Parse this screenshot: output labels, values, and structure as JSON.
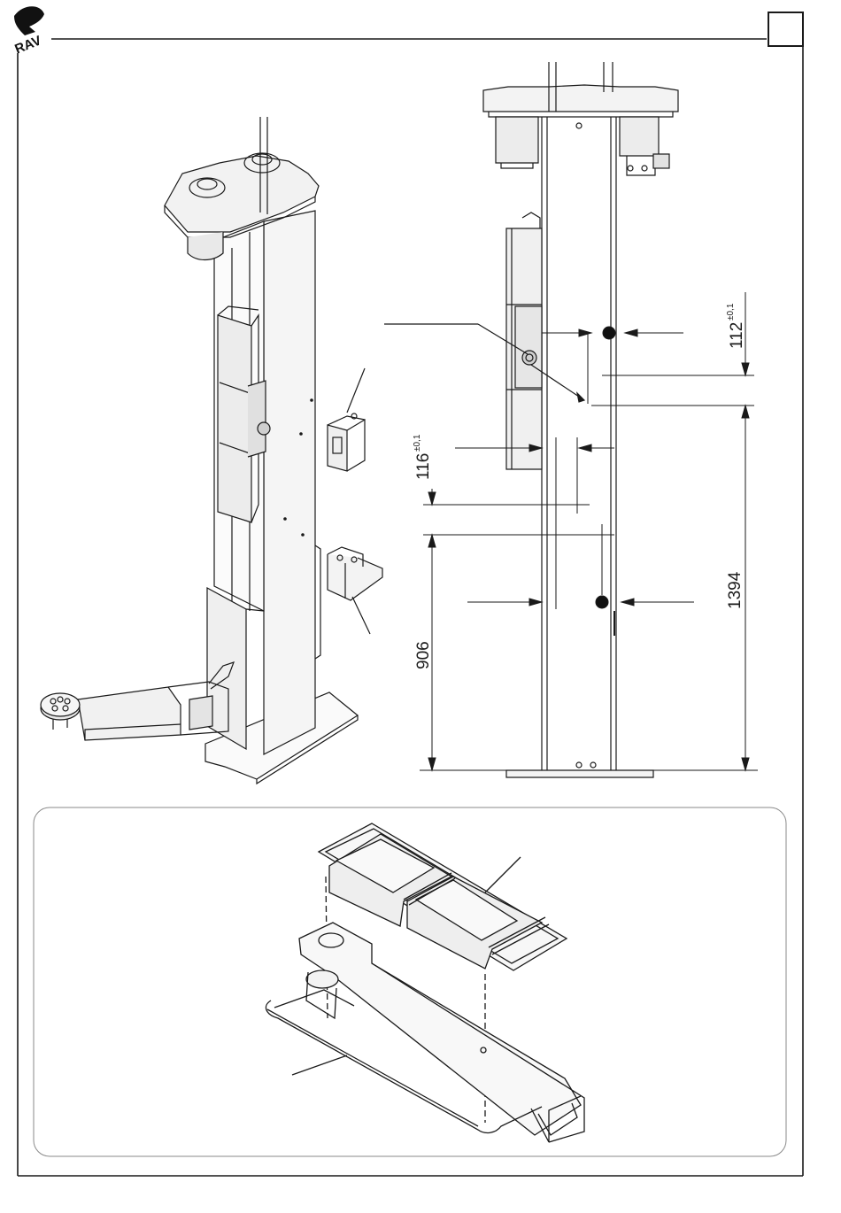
{
  "header": {
    "logo_text": "RAV",
    "page_box_text": ""
  },
  "dimensions": {
    "d116": {
      "value": "116",
      "tolerance": "±0,1"
    },
    "d112": {
      "value": "112",
      "tolerance": "±0,1"
    },
    "d906": {
      "value": "906"
    },
    "d1394": {
      "value": "1394"
    }
  },
  "colors": {
    "line": "#1a1a1a",
    "fill_light": "#f4f4f4",
    "fill_mid": "#e6e6e6",
    "inset_border": "#8a8a8a"
  }
}
